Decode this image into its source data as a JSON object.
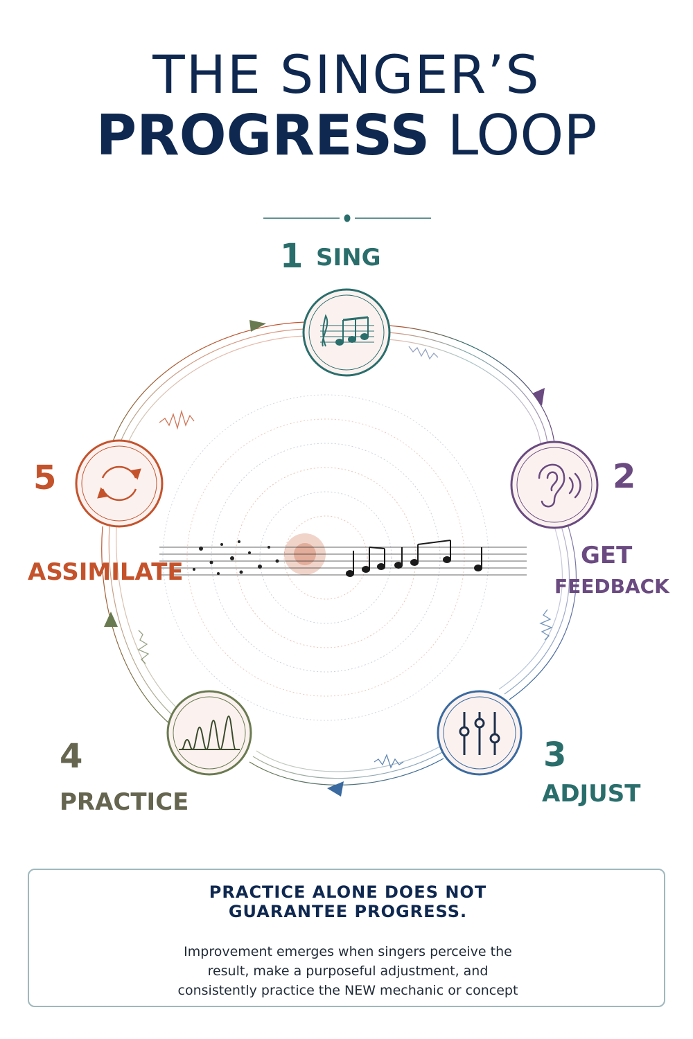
{
  "title": {
    "line1": "THE SINGER’S",
    "line2_bold": "PROGRESS",
    "line2_thin": " LOOP"
  },
  "steps": [
    {
      "number": "1",
      "label": "SING",
      "icon": "music-notes-icon",
      "color": "#2a6e6c"
    },
    {
      "number": "2",
      "label_line1": "GET",
      "label_line2": "FEEDBACK",
      "icon": "ear-icon",
      "color": "#6a4a80"
    },
    {
      "number": "3",
      "label": "ADJUST",
      "icon": "sliders-icon",
      "color": "#2a6e6c"
    },
    {
      "number": "4",
      "label": "PRACTICE",
      "icon": "waveform-icon",
      "color": "#656550"
    },
    {
      "number": "5",
      "label": "ASSIMILATE",
      "icon": "cycle-arrows-icon",
      "color": "#c4532c"
    }
  ],
  "callout": {
    "heading_line1": "PRACTICE ALONE DOES NOT",
    "heading_line2": "GUARANTEE PROGRESS.",
    "body_line1": "Improvement emerges when singers perceive the",
    "body_line2": "result, make a purposeful adjustment, and",
    "body_line3": "consistently practice the NEW mechanic or concept"
  }
}
